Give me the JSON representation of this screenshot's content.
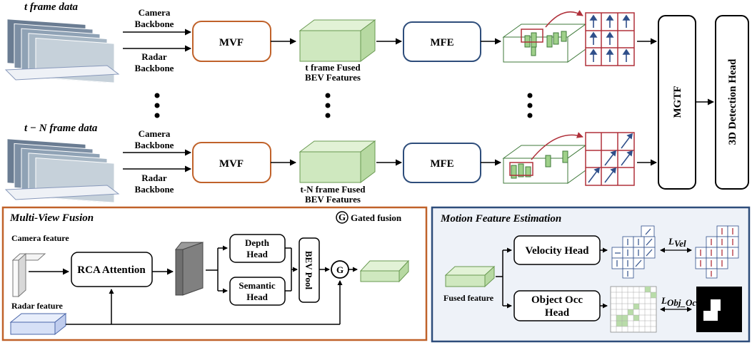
{
  "top_row": {
    "frame_label": "t frame data",
    "camera_backbone": [
      "Camera",
      "Backbone"
    ],
    "radar_backbone": [
      "Radar",
      "Backbone"
    ],
    "mvf": "MVF",
    "fused_label": [
      "t frame Fused",
      "BEV Features"
    ],
    "mfe": "MFE"
  },
  "bottom_row": {
    "frame_label": "t − N frame data",
    "camera_backbone": [
      "Camera",
      "Backbone"
    ],
    "radar_backbone": [
      "Radar",
      "Backbone"
    ],
    "mvf": "MVF",
    "fused_label": [
      "t-N frame Fused",
      "BEV Features"
    ],
    "mfe": "MFE"
  },
  "mgtf": "MGTF",
  "detection_head": "3D Detection Head",
  "mvf_panel": {
    "title": "Multi-View Fusion",
    "legend_symbol": "G",
    "legend_text": "Gated fusion",
    "camera_feature": "Camera feature",
    "radar_feature": "Radar feature",
    "rca": "RCA Attention",
    "depth_head": [
      "Depth",
      "Head"
    ],
    "semantic_head": [
      "Semantic",
      "Head"
    ],
    "bev_pool": "BEV Pool",
    "gate": "G"
  },
  "mfe_panel": {
    "title": "Motion Feature Estimation",
    "fused_feature": "Fused feature",
    "velocity_head": "Velocity Head",
    "object_occ_head": [
      "Object Occ",
      "Head"
    ],
    "loss_vel": "L",
    "loss_vel_sub": "Vel",
    "loss_occ": "L",
    "loss_occ_sub": "Obj_Occ"
  },
  "colors": {
    "mvf_border": "#c0622a",
    "mfe_border": "#2e4d7b",
    "bev_green": "#cfe8bf",
    "grid_red": "#b0303a",
    "arrow_blue": "#2f4f8a",
    "panel_bg": "#eef2f8"
  }
}
